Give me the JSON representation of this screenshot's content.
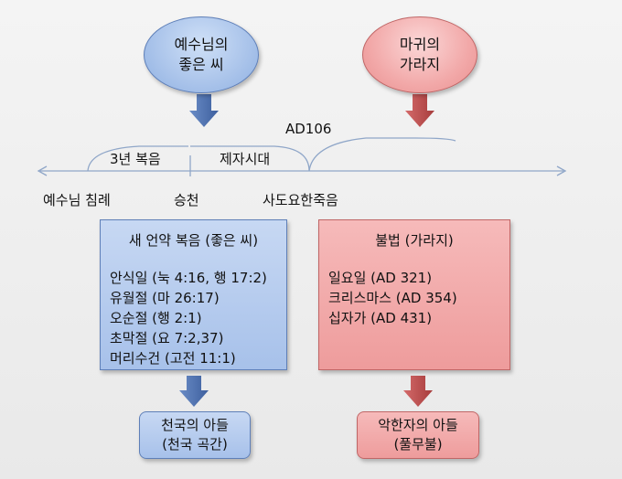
{
  "sources": {
    "good": {
      "line1": "예수님의",
      "line2": "좋은 씨"
    },
    "bad": {
      "line1": "마귀의",
      "line2": "가라지"
    }
  },
  "timeline": {
    "year_label": "AD106",
    "periods": [
      "3년 복음",
      "제자시대"
    ],
    "events": [
      "예수님 침례",
      "승천",
      "사도요한죽음"
    ]
  },
  "good_box": {
    "title": "새 언약 복음 (좋은 씨)",
    "items": [
      "안식일 (눅 4:16, 행 17:2)",
      "유월절 (마 26:17)",
      "오순절 (행 2:1)",
      "초막절 (요 7:2,37)",
      "머리수건 (고전 11:1)"
    ]
  },
  "bad_box": {
    "title": "불법 (가라지)",
    "items": [
      "일요일 (AD 321)",
      "크리스마스 (AD 354)",
      "십자가 (AD 431)"
    ]
  },
  "results": {
    "good": {
      "line1": "천국의 아들",
      "line2": "(천국 곡간)"
    },
    "bad": {
      "line1": "악한자의 아들",
      "line2": "(풀무불)"
    }
  },
  "colors": {
    "blue_arrow": "#4a6fae",
    "red_arrow": "#b84a4a",
    "line": "#8fa6c8"
  }
}
